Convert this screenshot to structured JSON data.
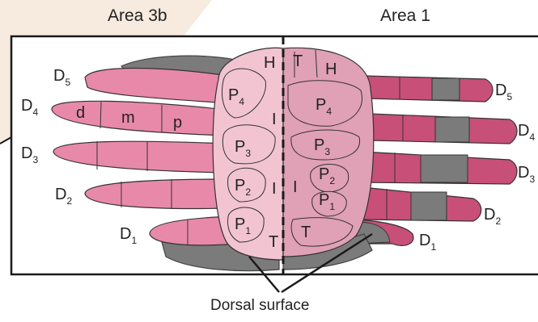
{
  "headers": {
    "left": "Area 3b",
    "right": "Area 1"
  },
  "caption": "Dorsal surface",
  "left_digits": [
    {
      "label": "D",
      "num": "5"
    },
    {
      "label": "D",
      "num": "4"
    },
    {
      "label": "D",
      "num": "3"
    },
    {
      "label": "D",
      "num": "2"
    },
    {
      "label": "D",
      "num": "1"
    }
  ],
  "right_digits": [
    {
      "label": "D",
      "num": "5"
    },
    {
      "label": "D",
      "num": "4"
    },
    {
      "label": "D",
      "num": "3"
    },
    {
      "label": "D",
      "num": "2"
    },
    {
      "label": "D",
      "num": "1"
    }
  ],
  "phalanx_labels": {
    "distal": "d",
    "middle": "m",
    "proximal": "p"
  },
  "left_palm": {
    "hypothenar": "H",
    "pads": [
      {
        "label": "P",
        "num": "4"
      },
      {
        "label": "P",
        "num": "3"
      },
      {
        "label": "P",
        "num": "2"
      },
      {
        "label": "P",
        "num": "1"
      }
    ],
    "insular": [
      "I",
      "I"
    ],
    "thenar": "T"
  },
  "right_palm": {
    "thenar_top": "T",
    "hypothenar": "H",
    "pads": [
      {
        "label": "P",
        "num": "4"
      },
      {
        "label": "P",
        "num": "3"
      },
      {
        "label": "P",
        "num": "2"
      },
      {
        "label": "P",
        "num": "1"
      }
    ],
    "insular": "I",
    "thenar": "T"
  },
  "colors": {
    "light_pink": "#f2c4d2",
    "mid_pink": "#e889aa",
    "dark_pink": "#c84f78",
    "gray": "#7b7b7b",
    "background_wedge": "#f7eadf"
  }
}
